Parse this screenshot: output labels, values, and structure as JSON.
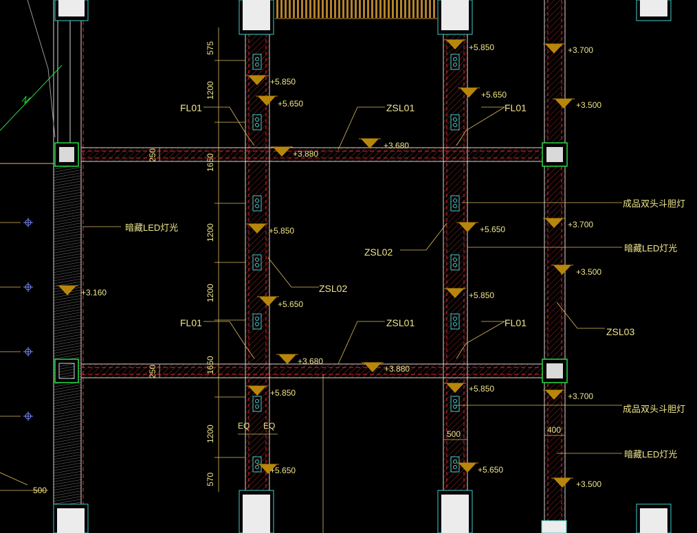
{
  "colors": {
    "background": "#000000",
    "text": "#f0e68c",
    "beam": "#d9d9d9",
    "hatch": "#e03030",
    "symbol": "#b8860b",
    "column_border": "#22dd44",
    "fixture": "#3fd0d0",
    "leader": "#e0c060",
    "grid_marker": "#7b8cff",
    "diagonal": "#22dd44"
  },
  "icons": {
    "level": "triangle-down-icon",
    "fixture": "ceiling-light-icon",
    "grid": "crosshair-icon"
  },
  "labels": [
    {
      "id": "lvl-a1",
      "text": "+5.850"
    },
    {
      "id": "lvl-a2",
      "text": "+5.650"
    },
    {
      "id": "lvl-a3",
      "text": "+3.880"
    },
    {
      "id": "lvl-a4",
      "text": "+3.680"
    },
    {
      "id": "lvl-a5",
      "text": "+5.850"
    },
    {
      "id": "lvl-a6",
      "text": "+5.650"
    },
    {
      "id": "lvl-a7",
      "text": "+3.700"
    },
    {
      "id": "lvl-a8",
      "text": "+3.500"
    },
    {
      "id": "lvl-b1",
      "text": "+3.160"
    },
    {
      "id": "lvl-b2",
      "text": "+5.850"
    },
    {
      "id": "lvl-b3",
      "text": "+5.650"
    },
    {
      "id": "lvl-b4",
      "text": "+3.700"
    },
    {
      "id": "lvl-b5",
      "text": "+3.500"
    },
    {
      "id": "lvl-c1",
      "text": "+5.650"
    },
    {
      "id": "lvl-c2",
      "text": "+5.850"
    },
    {
      "id": "lvl-c3",
      "text": "+3.680"
    },
    {
      "id": "lvl-c4",
      "text": "+3.880"
    },
    {
      "id": "lvl-d1",
      "text": "+5.850"
    },
    {
      "id": "lvl-d2",
      "text": "+5.650"
    },
    {
      "id": "lvl-d3",
      "text": "+5.850"
    },
    {
      "id": "lvl-d4",
      "text": "+5.650"
    },
    {
      "id": "lvl-d5",
      "text": "+3.700"
    },
    {
      "id": "lvl-d6",
      "text": "+3.500"
    },
    {
      "id": "tag-fl-1",
      "text": "FL01"
    },
    {
      "id": "tag-fl-2",
      "text": "FL01"
    },
    {
      "id": "tag-fl-3",
      "text": "FL01"
    },
    {
      "id": "tag-fl-4",
      "text": "FL01"
    },
    {
      "id": "tag-zsl01-1",
      "text": "ZSL01"
    },
    {
      "id": "tag-zsl01-2",
      "text": "ZSL01"
    },
    {
      "id": "tag-zsl02-1",
      "text": "ZSL02"
    },
    {
      "id": "tag-zsl02-2",
      "text": "ZSL02"
    },
    {
      "id": "tag-zsl03",
      "text": "ZSL03"
    },
    {
      "id": "note-led-1",
      "text": "暗藏LED灯光"
    },
    {
      "id": "note-led-2",
      "text": "暗藏LED灯光"
    },
    {
      "id": "note-led-3",
      "text": "暗藏LED灯光"
    },
    {
      "id": "note-spot-1",
      "text": "成品双头斗胆灯"
    },
    {
      "id": "note-spot-2",
      "text": "成品双头斗胆灯"
    },
    {
      "id": "dim-575",
      "text": "575"
    },
    {
      "id": "dim-1200a",
      "text": "1200"
    },
    {
      "id": "dim-1650a",
      "text": "1650"
    },
    {
      "id": "dim-1200b",
      "text": "1200"
    },
    {
      "id": "dim-1200c",
      "text": "1200"
    },
    {
      "id": "dim-1650b",
      "text": "1650"
    },
    {
      "id": "dim-1200d",
      "text": "1200"
    },
    {
      "id": "dim-570",
      "text": "570"
    },
    {
      "id": "dim-250a",
      "text": "250"
    },
    {
      "id": "dim-250b",
      "text": "250"
    },
    {
      "id": "dim-500a",
      "text": "500"
    },
    {
      "id": "dim-500b",
      "text": "500"
    },
    {
      "id": "dim-400",
      "text": "400"
    },
    {
      "id": "dim-eq1",
      "text": "EQ"
    },
    {
      "id": "dim-eq2",
      "text": "EQ"
    }
  ]
}
